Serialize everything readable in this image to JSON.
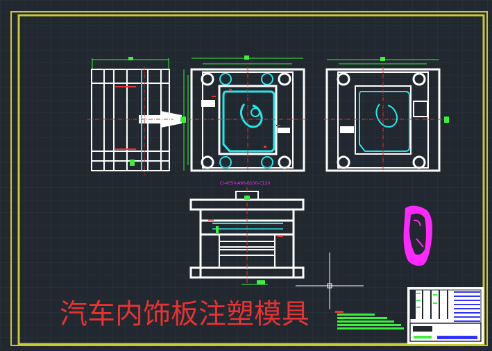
{
  "drawing": {
    "title": "汽车内饰板注塑模具",
    "spec_label": "CI-4550-A90-B100-C120"
  },
  "colors": {
    "background": "#212830",
    "grid": "#2b333d",
    "frame": "#c8c832",
    "lines": "#ffffff",
    "dimension": "#3cf03c",
    "part_outline": "#28e6e6",
    "center_line": "#e63232",
    "highlight": "#ff28ff",
    "title_color": "#e63232",
    "title_block_accent": "#3232ff"
  },
  "views": [
    {
      "id": "side-view"
    },
    {
      "id": "top-view"
    },
    {
      "id": "bottom-view"
    },
    {
      "id": "front-section-view"
    },
    {
      "id": "part-3d-view"
    }
  ]
}
